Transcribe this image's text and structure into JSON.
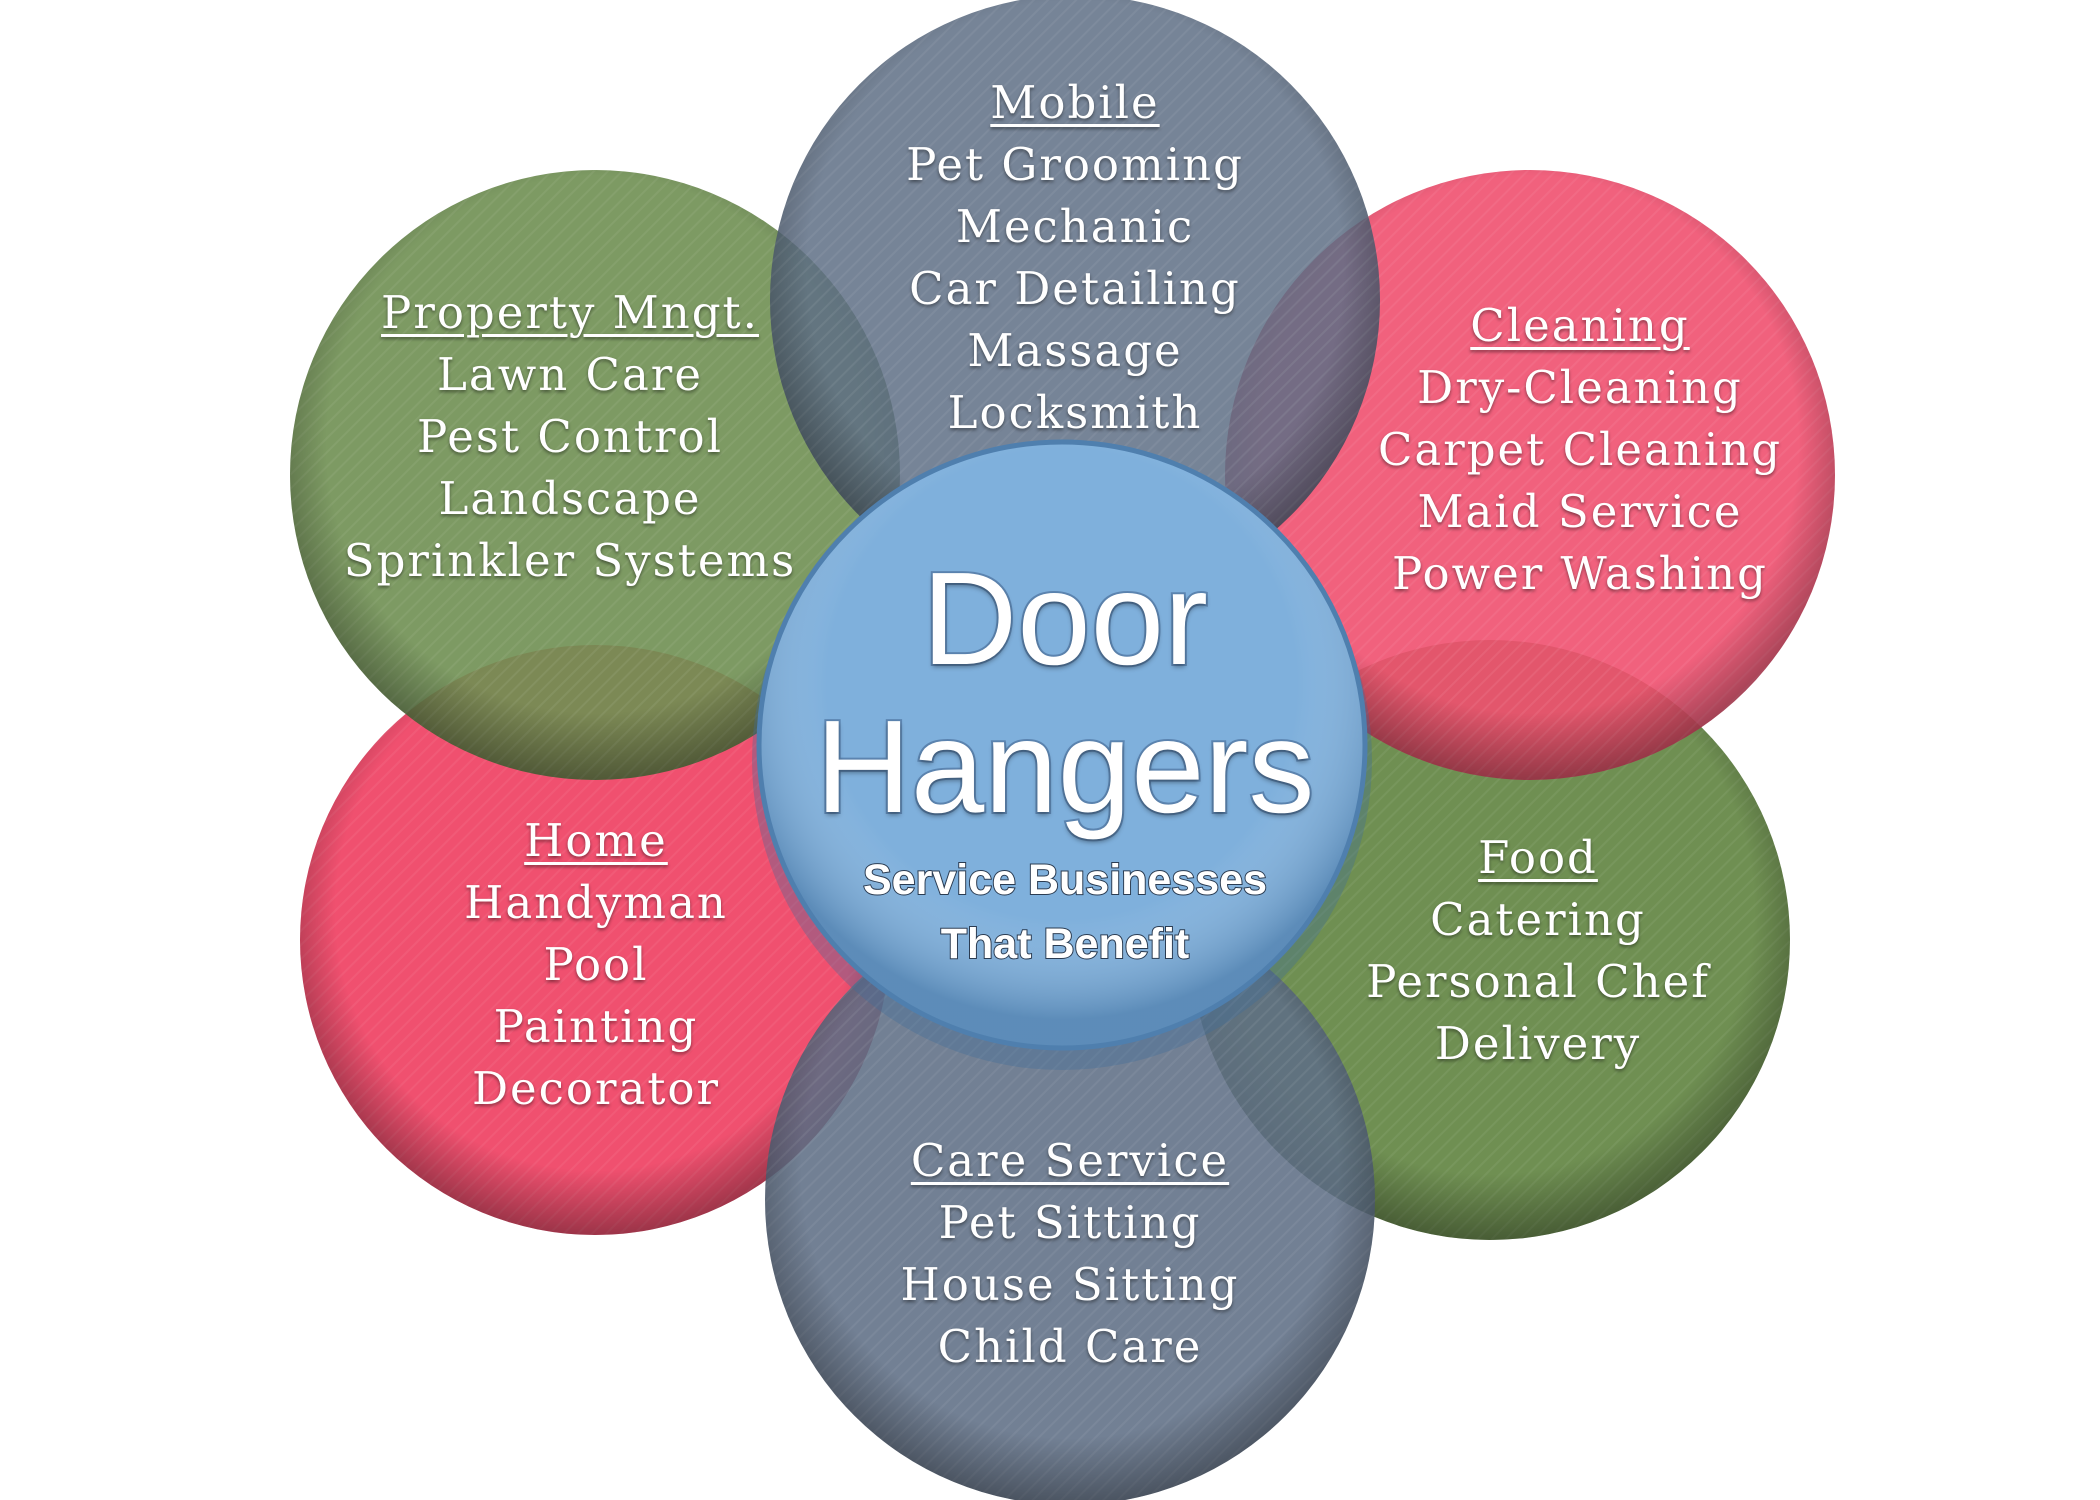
{
  "center": {
    "title_line1": "Door",
    "title_line2": "Hangers",
    "subtitle_line1": "Service Businesses",
    "subtitle_line2": "That Benefit",
    "color": "#7fb0dc"
  },
  "petals": [
    {
      "id": "mobile",
      "heading": "Mobile",
      "items": [
        "Pet Grooming",
        "Mechanic",
        "Car Detailing",
        "Massage",
        "Locksmith"
      ],
      "color": "#5e6e85"
    },
    {
      "id": "property",
      "heading": "Property Mngt.",
      "items": [
        "Lawn Care",
        "Pest Control",
        "Landscape",
        "Sprinkler Systems"
      ],
      "color": "#6f8f52"
    },
    {
      "id": "cleaning",
      "heading": "Cleaning",
      "items": [
        "Dry-Cleaning",
        "Carpet Cleaning",
        "Maid Service",
        "Power Washing"
      ],
      "color": "#f0506f"
    },
    {
      "id": "home",
      "heading": "Home",
      "items": [
        "Handyman",
        "Pool",
        "Painting",
        "Decorator"
      ],
      "color": "#f0506f"
    },
    {
      "id": "food",
      "heading": "Food",
      "items": [
        "Catering",
        "Personal Chef",
        "Delivery"
      ],
      "color": "#6f8f52"
    },
    {
      "id": "care",
      "heading": "Care Service",
      "items": [
        "Pet Sitting",
        "House Sitting",
        "Child Care"
      ],
      "color": "#5e6e85"
    }
  ]
}
